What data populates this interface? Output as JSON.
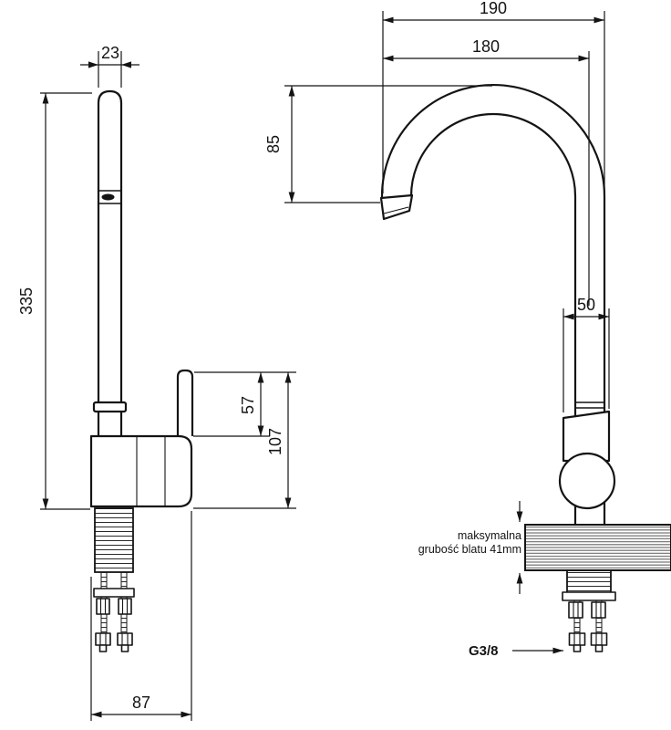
{
  "page": {
    "background": "#ffffff",
    "line_color": "#141414"
  },
  "side_view": {
    "dim_spout_width": "23",
    "dim_total_height": "335",
    "dim_lever_height": "57",
    "dim_body_height": "107",
    "dim_base_width": "87"
  },
  "front_view": {
    "dim_overall_width": "190",
    "dim_spout_reach": "180",
    "dim_spout_drop": "85",
    "dim_body_width": "50",
    "counter_note_line1": "maksymalna",
    "counter_note_line2": "grubość blatu 41mm",
    "thread_size": "G3/8"
  }
}
